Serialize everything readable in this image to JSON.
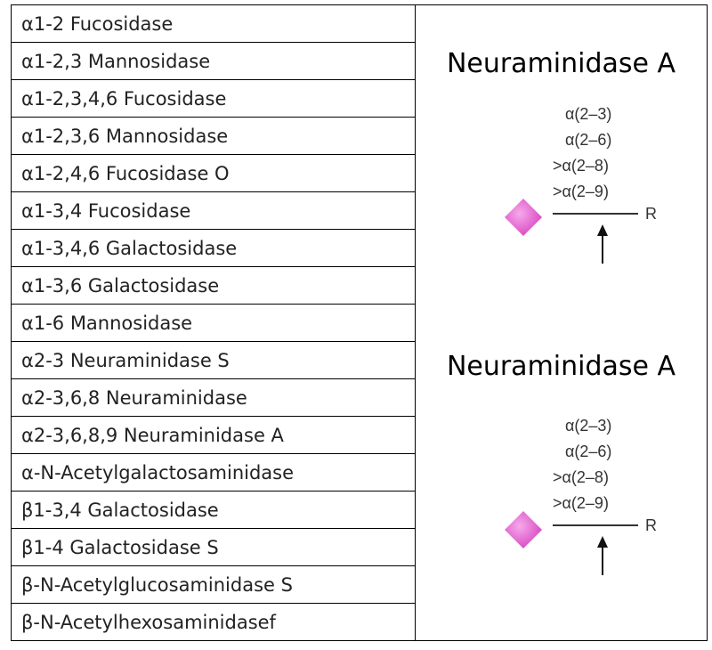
{
  "enzymes": [
    "α1-2 Fucosidase",
    "α1-2,3 Mannosidase",
    "α1-2,3,4,6 Fucosidase",
    "α1-2,3,6 Mannosidase",
    "α1-2,4,6 Fucosidase O",
    "α1-3,4 Fucosidase",
    "α1-3,4,6 Galactosidase",
    "α1-3,6 Galactosidase",
    "α1-6 Mannosidase",
    "α2-3 Neuraminidase S",
    "α2-3,6,8 Neuraminidase",
    "α2-3,6,8,9 Neuraminidase A",
    "α-N-Acetylgalactosaminidase",
    "β1-3,4 Galactosidase",
    "β1-4 Galactosidase S",
    "β-N-Acetylglucosaminidase S",
    "β-N-Acetylhexosaminidasef"
  ],
  "panels": [
    {
      "title": "Neuraminidase A",
      "linkages": [
        "α(2–3)",
        "α(2–6)",
        ">α(2–8)",
        ">α(2–9)"
      ],
      "reducing_end": "R",
      "sugar_color": "#d63fbf",
      "icon": "sialic-acid-diamond-icon"
    },
    {
      "title": "Neuraminidase A",
      "linkages": [
        "α(2–3)",
        "α(2–6)",
        ">α(2–8)",
        ">α(2–9)"
      ],
      "reducing_end": "R",
      "sugar_color": "#d63fbf",
      "icon": "sialic-acid-diamond-icon"
    }
  ]
}
